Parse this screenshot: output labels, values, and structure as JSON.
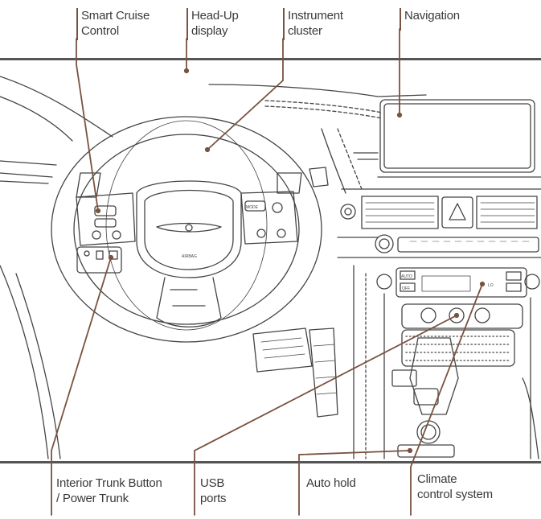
{
  "callouts": {
    "smart_cruise": "Smart Cruise\nControl",
    "hud": "Head-Up\ndisplay",
    "instrument": "Instrument\ncluster",
    "navigation": "Navigation",
    "trunk": "Interior Trunk Button\n/ Power Trunk",
    "usb": "USB\nports",
    "auto_hold": "Auto hold",
    "climate": "Climate\ncontrol system"
  },
  "dash_text": {
    "airbag": "AIRBAG",
    "mode": "MODE",
    "auto": "AUTO",
    "off": "OFF",
    "lo": "LO"
  },
  "colors": {
    "leader": "#7a5240",
    "line_art": "#444444"
  }
}
